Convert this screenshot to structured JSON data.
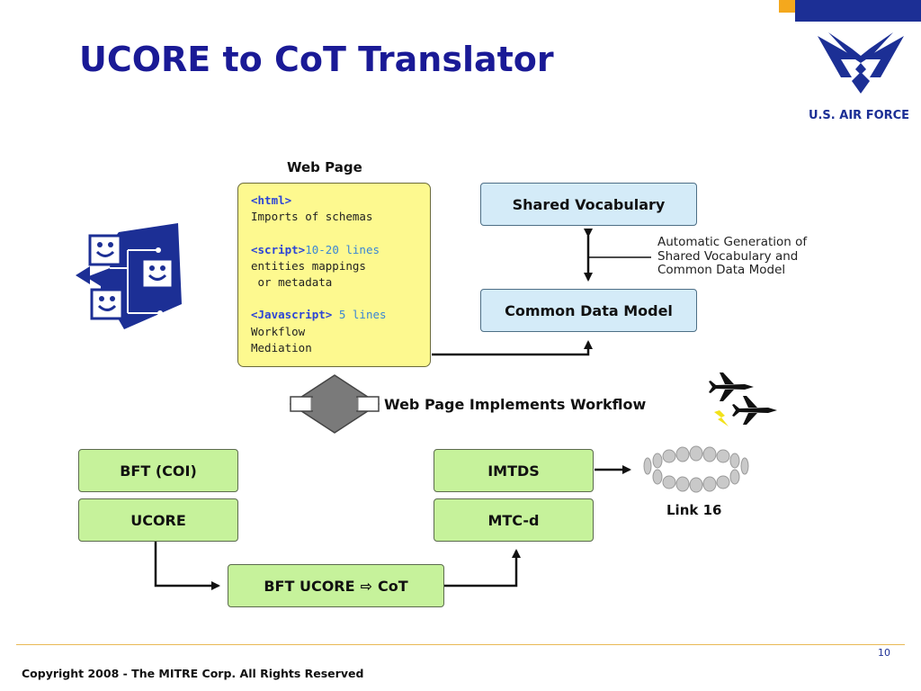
{
  "slide": {
    "title": "UCORE to CoT Translator",
    "page_number": "10",
    "copyright": "Copyright 2008 - The MITRE Corp. All Rights Reserved"
  },
  "branding": {
    "org_label": "U.S. AIR FORCE"
  },
  "web_page": {
    "heading": "Web Page",
    "code": {
      "l1_tag": "<html>",
      "l2": "Imports of schemas",
      "l4_tag": "<script>",
      "l4_val": "10-20 lines",
      "l5": "entities mappings",
      "l6": " or metadata",
      "l8_tag": "<Javascript>",
      "l8_val": " 5 lines",
      "l9": "Workflow",
      "l10": "Mediation"
    }
  },
  "vocab": {
    "shared_vocabulary": "Shared Vocabulary",
    "common_data_model": "Common Data Model",
    "note_lines": [
      "Automatic Generation of",
      "Shared Vocabulary and",
      "Common Data Model"
    ]
  },
  "workflow_label": "Web Page Implements Workflow",
  "nodes": {
    "bft_coi": "BFT (COI)",
    "ucore": "UCORE",
    "imtds": "IMTDS",
    "mtc_d": "MTC-d",
    "translator_left": "BFT UCORE",
    "translator_arrow": "⇨",
    "translator_right": "CoT"
  },
  "link16_label": "Link 16",
  "colors": {
    "title": "#1a1a96",
    "code_box": "#fdf98f",
    "blue_box": "#d4ebf8",
    "green_box": "#c6f29b",
    "air_force_blue": "#1c2f95",
    "accent_orange": "#f4a81d"
  }
}
